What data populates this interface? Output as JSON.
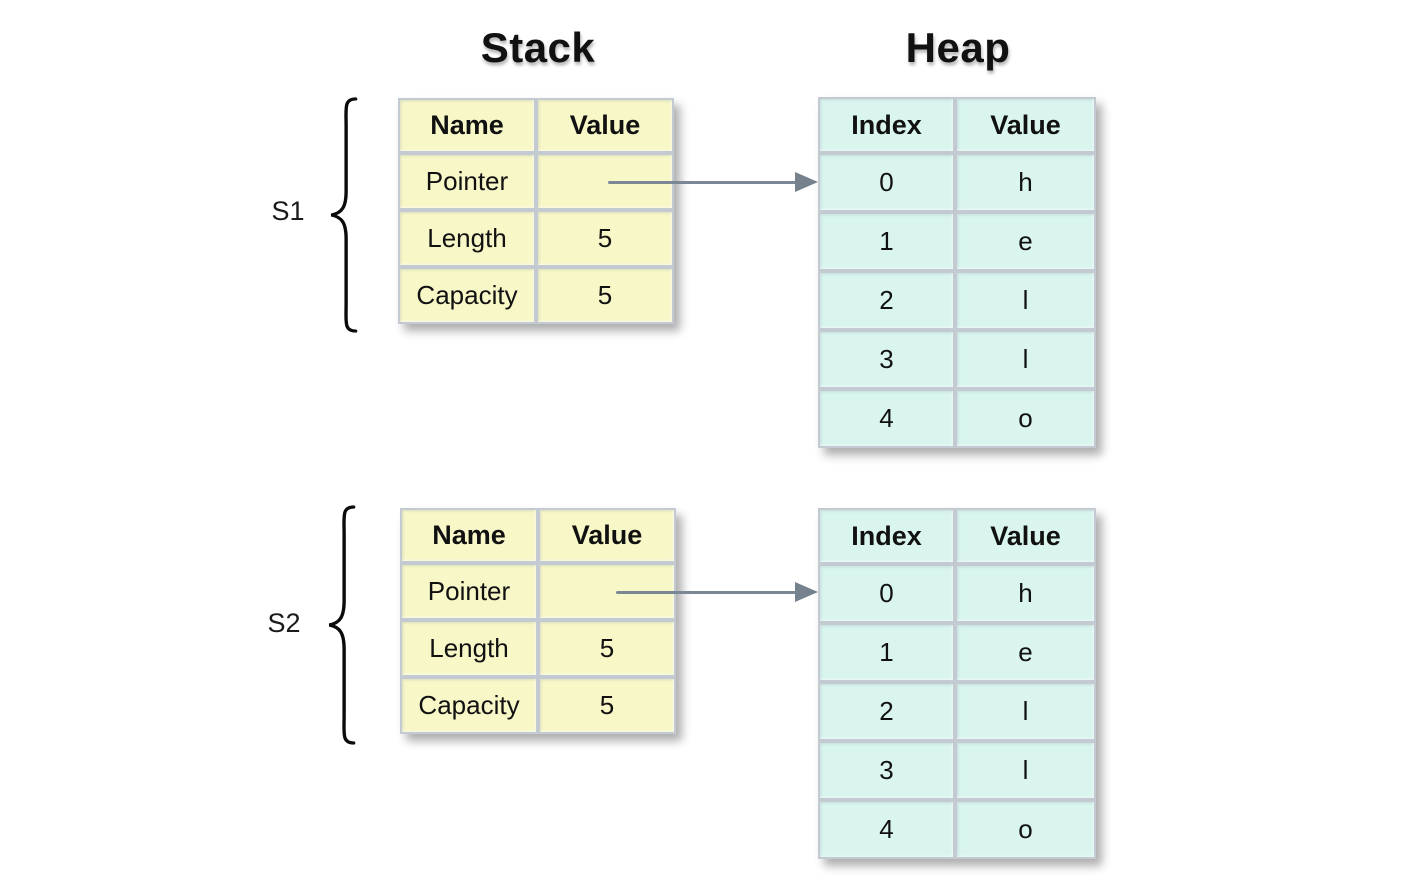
{
  "titles": {
    "stack": "Stack",
    "heap": "Heap"
  },
  "colors": {
    "stack_cell": "#f7f7c8",
    "heap_cell": "#d9f5ee",
    "cell_border": "#c3cad2",
    "arrow": "#7b8795",
    "text": "#111111",
    "background": "#ffffff"
  },
  "groups": [
    {
      "label": "S1",
      "stack": {
        "headers": [
          "Name",
          "Value"
        ],
        "rows": [
          {
            "name": "Pointer",
            "value": ""
          },
          {
            "name": "Length",
            "value": "5"
          },
          {
            "name": "Capacity",
            "value": "5"
          }
        ]
      },
      "heap": {
        "headers": [
          "Index",
          "Value"
        ],
        "rows": [
          {
            "index": "0",
            "value": "h"
          },
          {
            "index": "1",
            "value": "e"
          },
          {
            "index": "2",
            "value": "l"
          },
          {
            "index": "3",
            "value": "l"
          },
          {
            "index": "4",
            "value": "o"
          }
        ]
      }
    },
    {
      "label": "S2",
      "stack": {
        "headers": [
          "Name",
          "Value"
        ],
        "rows": [
          {
            "name": "Pointer",
            "value": ""
          },
          {
            "name": "Length",
            "value": "5"
          },
          {
            "name": "Capacity",
            "value": "5"
          }
        ]
      },
      "heap": {
        "headers": [
          "Index",
          "Value"
        ],
        "rows": [
          {
            "index": "0",
            "value": "h"
          },
          {
            "index": "1",
            "value": "e"
          },
          {
            "index": "2",
            "value": "l"
          },
          {
            "index": "3",
            "value": "l"
          },
          {
            "index": "4",
            "value": "o"
          }
        ]
      }
    }
  ]
}
